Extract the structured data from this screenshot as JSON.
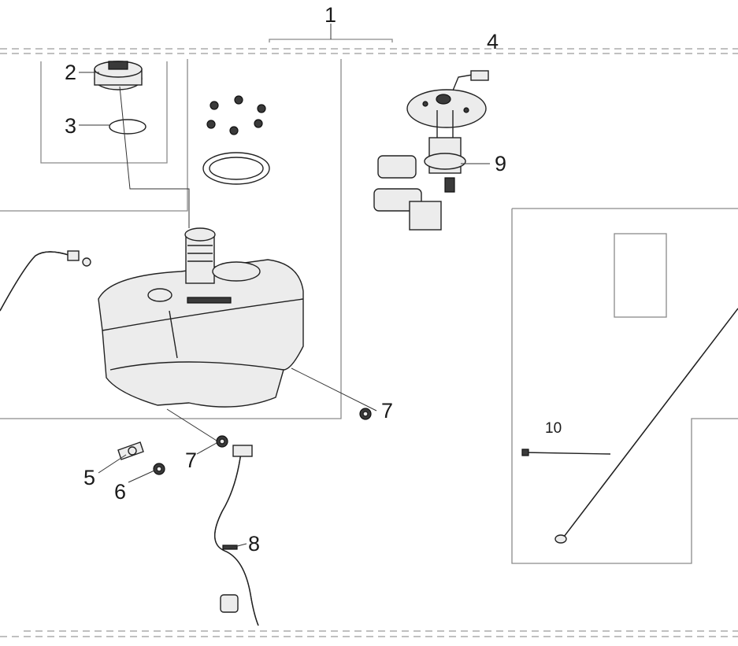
{
  "callouts": {
    "c1": "1",
    "c2": "2",
    "c3": "3",
    "c4": "4",
    "c5": "5",
    "c6": "6",
    "c7a": "7",
    "c7b": "7",
    "c8": "8",
    "c9": "9",
    "c10": "10"
  },
  "colors": {
    "line": "#222222",
    "frame": "#8a8a8a",
    "background": "#ffffff"
  }
}
